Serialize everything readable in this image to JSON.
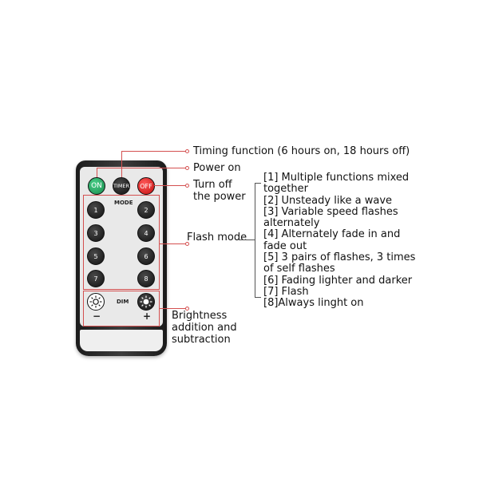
{
  "remote": {
    "buttons": {
      "on": "ON",
      "timer": "TIMER",
      "off": "OFF",
      "numbers": [
        "1",
        "2",
        "3",
        "4",
        "5",
        "6",
        "7",
        "8"
      ]
    },
    "mode_label": "MODE",
    "dim_label": "DIM",
    "minus": "−",
    "plus": "+"
  },
  "callouts": {
    "timing": "Timing function (6 hours on, 18 hours off)",
    "power_on": "Power on",
    "turn_off_line1": "Turn off",
    "turn_off_line2": "the power",
    "flash_mode": "Flash mode",
    "brightness_line1": "Brightness",
    "brightness_line2": "addition and",
    "brightness_line3": "subtraction"
  },
  "modes": [
    "[1] Multiple functions mixed",
    "together",
    "[2] Unsteady like a wave",
    "[3] Variable speed flashes",
    "alternately",
    "[4] Alternately fade in and",
    "fade out",
    "[5] 3 pairs of flashes, 3 times",
    "of self flashes",
    "[6] Fading lighter and darker",
    "[7] Flash",
    "[8]Always linght on"
  ],
  "colors": {
    "accent_line": "#d45050",
    "on_button": "#1f9a58",
    "off_button": "#e31b1b"
  }
}
